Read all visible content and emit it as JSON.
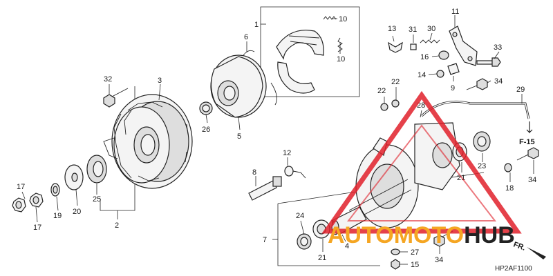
{
  "callouts": [
    {
      "id": "c1",
      "text": "1"
    },
    {
      "id": "c2",
      "text": "2"
    },
    {
      "id": "c3",
      "text": "3"
    },
    {
      "id": "c4",
      "text": "4"
    },
    {
      "id": "c5",
      "text": "5"
    },
    {
      "id": "c6",
      "text": "6"
    },
    {
      "id": "c7",
      "text": "7"
    },
    {
      "id": "c8",
      "text": "8"
    },
    {
      "id": "c9",
      "text": "9"
    },
    {
      "id": "c10a",
      "text": "10"
    },
    {
      "id": "c10b",
      "text": "10"
    },
    {
      "id": "c11",
      "text": "11"
    },
    {
      "id": "c12",
      "text": "12"
    },
    {
      "id": "c13",
      "text": "13"
    },
    {
      "id": "c14",
      "text": "14"
    },
    {
      "id": "c15",
      "text": "15"
    },
    {
      "id": "c16",
      "text": "16"
    },
    {
      "id": "c17a",
      "text": "17"
    },
    {
      "id": "c17b",
      "text": "17"
    },
    {
      "id": "c18",
      "text": "18"
    },
    {
      "id": "c19",
      "text": "19"
    },
    {
      "id": "c20",
      "text": "20"
    },
    {
      "id": "c21a",
      "text": "21"
    },
    {
      "id": "c21b",
      "text": "21"
    },
    {
      "id": "c22a",
      "text": "22"
    },
    {
      "id": "c22b",
      "text": "22"
    },
    {
      "id": "c23",
      "text": "23"
    },
    {
      "id": "c24",
      "text": "24"
    },
    {
      "id": "c25",
      "text": "25"
    },
    {
      "id": "c26",
      "text": "26"
    },
    {
      "id": "c27",
      "text": "27"
    },
    {
      "id": "c28",
      "text": "28"
    },
    {
      "id": "c29",
      "text": "29"
    },
    {
      "id": "c30",
      "text": "30"
    },
    {
      "id": "c31",
      "text": "31"
    },
    {
      "id": "c32",
      "text": "32"
    },
    {
      "id": "c33",
      "text": "33"
    },
    {
      "id": "c34a",
      "text": "34"
    },
    {
      "id": "c34b",
      "text": "34"
    },
    {
      "id": "c34c",
      "text": "34"
    }
  ],
  "reference": "F-15",
  "front_indicator": "FR.",
  "diagram_code": "HP2AF1100",
  "watermark": {
    "part1": "AUTO",
    "part2": "MOTO",
    "part3": "HUB",
    "colors": {
      "auto": "#f5a623",
      "moto": "#f5a623",
      "hub": "#222222",
      "triangle": "#e0202a"
    }
  }
}
